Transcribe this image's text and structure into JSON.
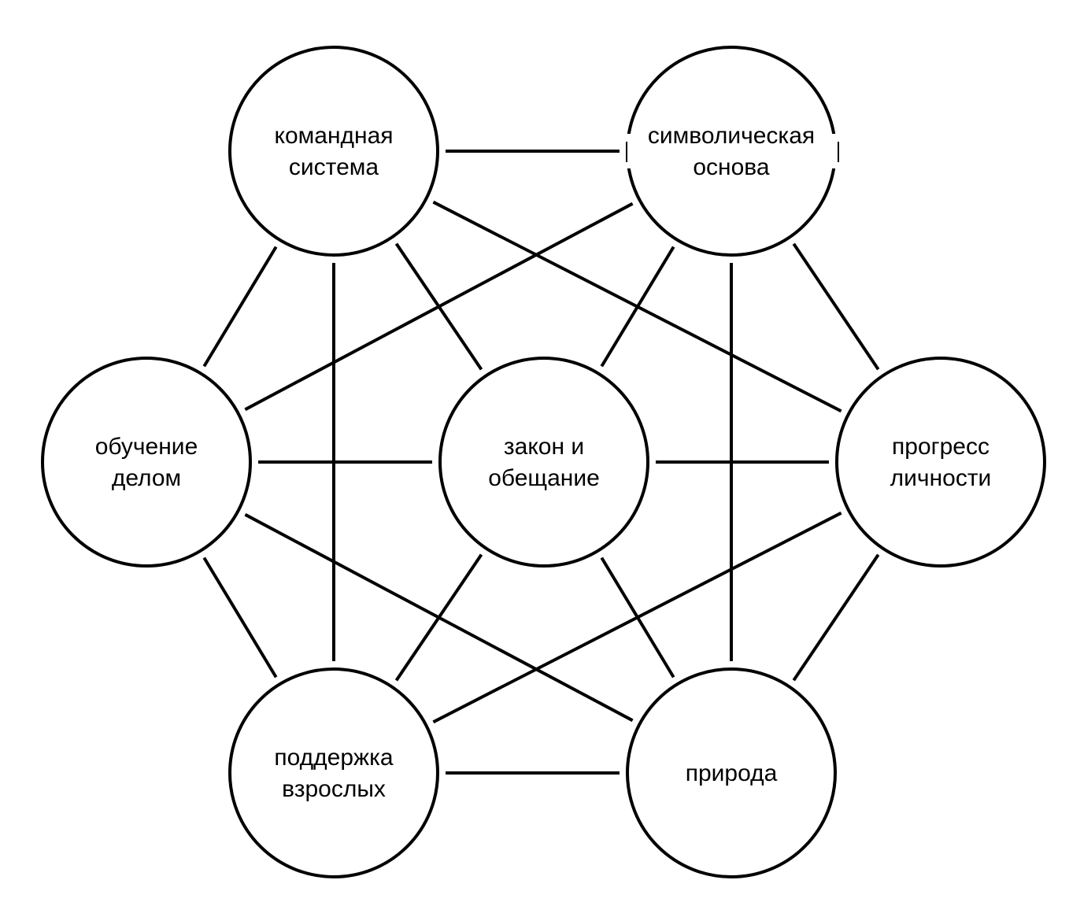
{
  "nodes": [
    {
      "id": "command-system",
      "lines": [
        "командная",
        "система"
      ]
    },
    {
      "id": "symbolic-basis",
      "lines": [
        "символическая",
        "основа"
      ]
    },
    {
      "id": "learning-by-doing",
      "lines": [
        "обучение",
        "делом"
      ]
    },
    {
      "id": "law-and-promise",
      "lines": [
        "закон и",
        "обещание"
      ]
    },
    {
      "id": "personal-progress",
      "lines": [
        "прогресс",
        "личности"
      ]
    },
    {
      "id": "adult-support",
      "lines": [
        "поддержка",
        "взрослых"
      ]
    },
    {
      "id": "nature",
      "lines": [
        "природа"
      ]
    }
  ],
  "edges": [
    [
      "command-system",
      "symbolic-basis"
    ],
    [
      "command-system",
      "learning-by-doing"
    ],
    [
      "command-system",
      "law-and-promise"
    ],
    [
      "command-system",
      "personal-progress"
    ],
    [
      "command-system",
      "adult-support"
    ],
    [
      "symbolic-basis",
      "learning-by-doing"
    ],
    [
      "symbolic-basis",
      "law-and-promise"
    ],
    [
      "symbolic-basis",
      "personal-progress"
    ],
    [
      "symbolic-basis",
      "nature"
    ],
    [
      "learning-by-doing",
      "law-and-promise"
    ],
    [
      "learning-by-doing",
      "adult-support"
    ],
    [
      "learning-by-doing",
      "nature"
    ],
    [
      "law-and-promise",
      "personal-progress"
    ],
    [
      "law-and-promise",
      "adult-support"
    ],
    [
      "law-and-promise",
      "nature"
    ],
    [
      "personal-progress",
      "adult-support"
    ],
    [
      "personal-progress",
      "nature"
    ],
    [
      "adult-support",
      "nature"
    ]
  ],
  "colors": {
    "stroke": "#000000",
    "background": "#ffffff"
  }
}
